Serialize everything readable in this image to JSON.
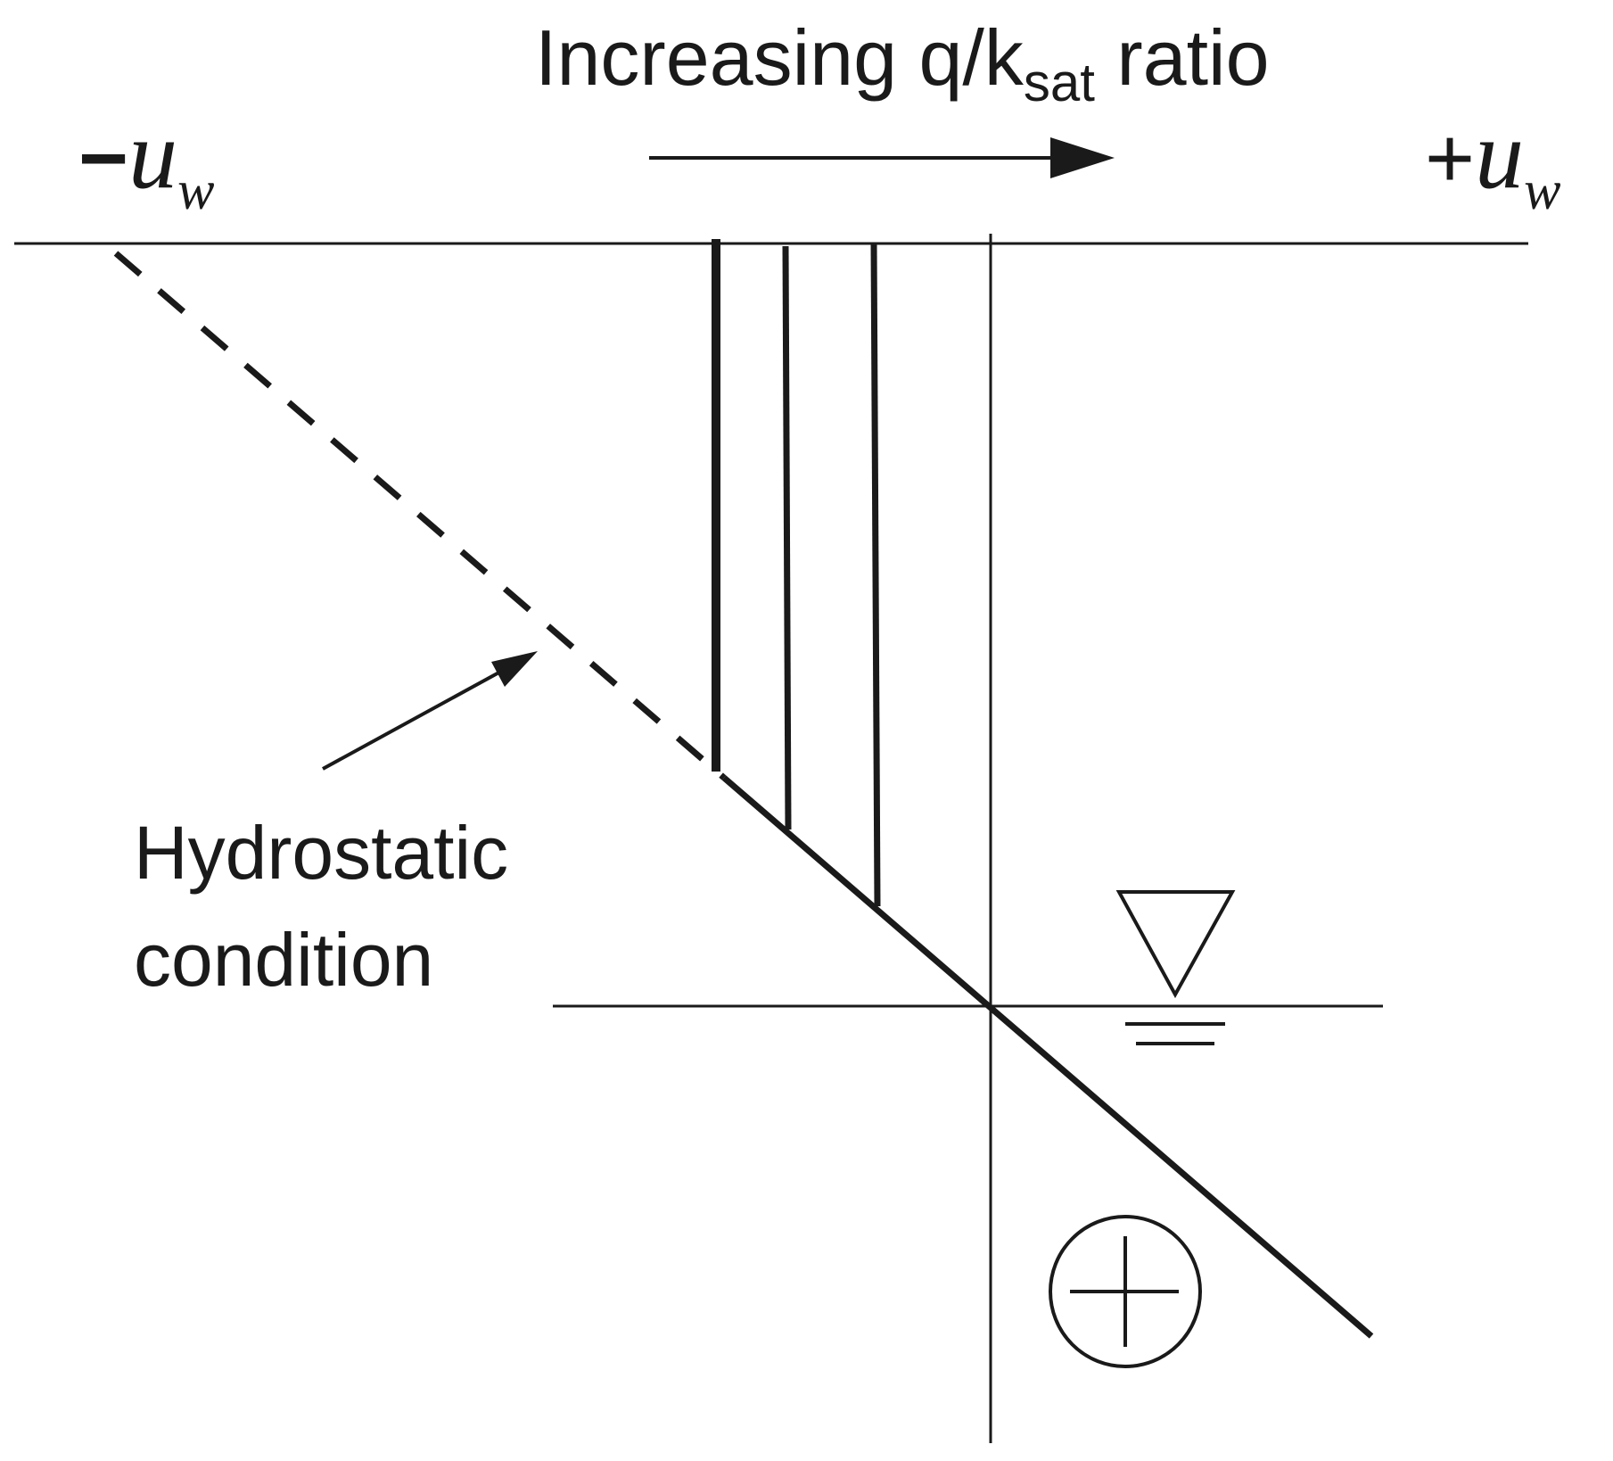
{
  "title": {
    "main": "Increasing q/k",
    "subscript": "sat",
    "suffix": " ratio"
  },
  "axis_labels": {
    "negative": {
      "sign": "−",
      "symbol": "u",
      "subscript": "w"
    },
    "positive": {
      "sign": "+",
      "symbol": "u",
      "subscript": "w"
    }
  },
  "annotation": {
    "line1": "Hydrostatic",
    "line2": "condition"
  },
  "colors": {
    "ink": "#1a1a1a",
    "background": "#ffffff"
  },
  "icons": {
    "water_table": "water-table-triangle-icon",
    "positive_zone": "circled-plus-icon"
  }
}
